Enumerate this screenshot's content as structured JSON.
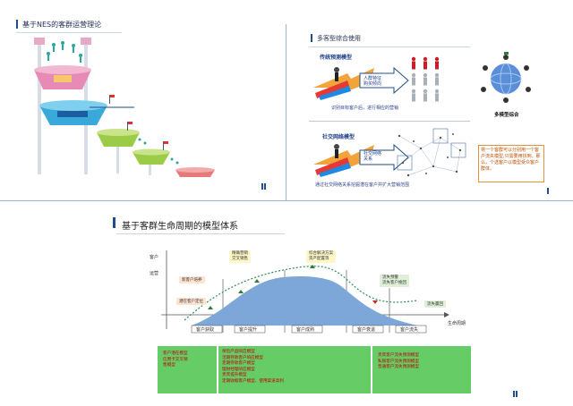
{
  "panel_top_left": {
    "title": "基于NES的客群运营理论"
  },
  "panel_top_right": {
    "title": "多客型综合使用",
    "traditional_model": {
      "label": "传统预测模型",
      "arrow_text": "人群特征\n购买倾向",
      "caption": "识别目标客户后，进行相应的营销",
      "figure_colors": [
        "#c8202a",
        "#c8202a",
        "#c8202a",
        "#aab0b8",
        "#aab0b8",
        "#aab0b8",
        "#aab0b8",
        "#aab0b8",
        "#aab0b8"
      ]
    },
    "social_model": {
      "label": "社交网络模型",
      "arrow_text": "社交网络\n关系",
      "caption": "通过社交网络关系挖掘潜在客户并扩大营销范围"
    },
    "integrated": {
      "label": "多模型综合",
      "note": "将一个客群可以分别用一个客户流失模型,只需要用找到。那么，个选客户以模型受众客户群体。"
    }
  },
  "panel_bottom": {
    "title": "基于客群生命周期的模型体系",
    "chart": {
      "y_label_top": "客户",
      "y_label_sub": "运营",
      "x_label": "生命周期",
      "stages": [
        "客户获取",
        "客户提升",
        "客户成熟",
        "客户衰退",
        "客户流失"
      ],
      "callouts": {
        "precision_marketing": "精确营销\n交叉销售",
        "comprehensive_solution": "综合解决方案\n资产配置等",
        "new_customer": "新客户培养",
        "potential_customer": "潜在客户定位",
        "churn_warning": "流失预警\n流失客户挽回",
        "churn_lost": "流失赢回"
      }
    },
    "table": {
      "col1": [
        "客户潜在模型",
        "信用卡交叉销",
        "售模型"
      ],
      "col2": [
        "保险产品响应模型",
        "活期存款客户响应模型",
        "定期存款客户模型",
        "理财经理响应模型",
        "贵宾提升模型",
        "定期收缩客户模型、使用渠道高利"
      ],
      "col3": [
        "贵宾客户流失预测模型",
        "私银客户流失预测模型",
        "普通客户流失预测模型"
      ]
    }
  },
  "colors": {
    "accent_blue": "#1f4e8c",
    "divider": "#9bb3cc",
    "table_green": "#66cc66",
    "curve_fill": "#7da7d9",
    "dashed_curve": "#2e8b57"
  }
}
